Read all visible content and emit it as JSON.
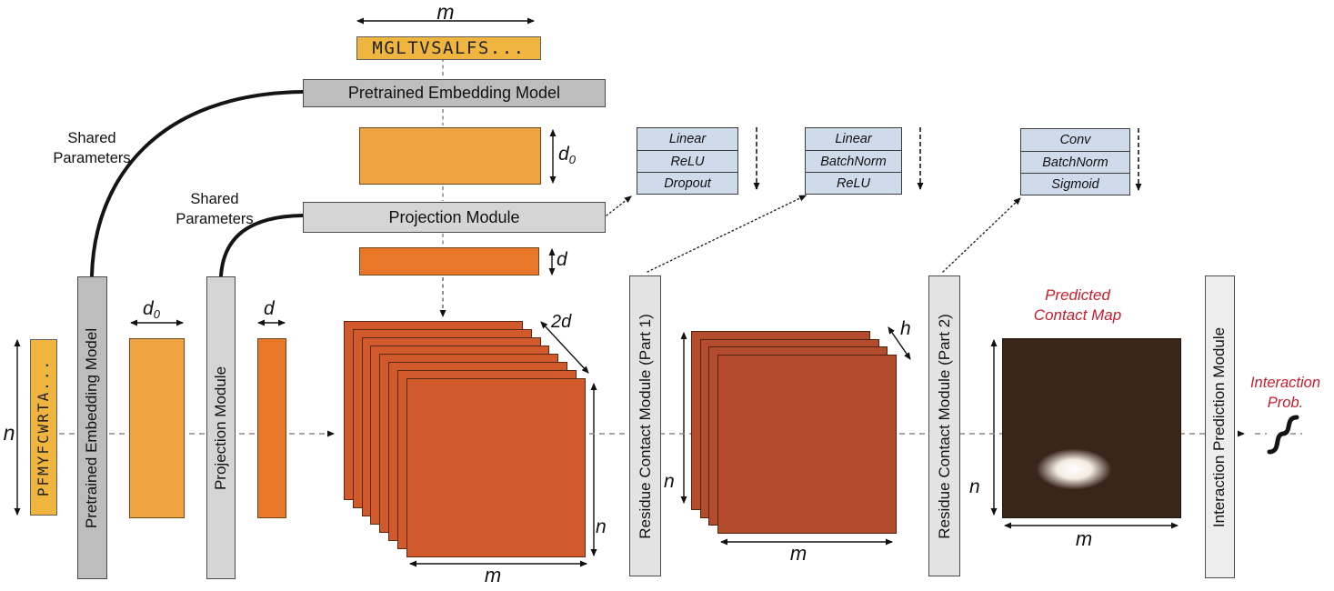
{
  "palette": {
    "gold": "#EFB53E",
    "gray_dark": "#BDBDBD",
    "gray_mid": "#D5D5D5",
    "gray_light": "#E3E3E3",
    "gray_lighter": "#EDEDED",
    "orange_light": "#F0A342",
    "orange_dark": "#E8772A",
    "stack1_orange": "#D2592B",
    "stack2_brick": "#B44B2D",
    "map_brown": "#3A251A",
    "table_cell_blue": "#CFDAEA",
    "annotation_red": "#C22030"
  },
  "top": {
    "dim_m": "m",
    "sequence": "MGLTVSALFS...",
    "embedding_model_label": "Pretrained Embedding Model",
    "projection_module_label": "Projection Module",
    "d0": {
      "base": "d",
      "sub": "0"
    },
    "d": "d"
  },
  "left": {
    "dim_n": "n",
    "sequence": "PFMYFCWRTA...",
    "embedding_model_label": "Pretrained Embedding Model",
    "projection_module_label": "Projection Module",
    "d0": {
      "base": "d",
      "sub": "0"
    },
    "d": "d",
    "shared_parameters_top": "Shared\nParameters",
    "shared_parameters_bottom": "Shared\nParameters"
  },
  "ops_tables": [
    {
      "rows": [
        "Linear",
        "ReLU",
        "Dropout"
      ]
    },
    {
      "rows": [
        "Linear",
        "BatchNorm",
        "ReLU"
      ]
    },
    {
      "rows": [
        "Conv",
        "BatchNorm",
        "Sigmoid"
      ]
    }
  ],
  "tensors": {
    "stack1": {
      "depth_label": "2d",
      "height_label": "n",
      "width_label": "m"
    },
    "stack2": {
      "depth_label": "h",
      "height_label": "n",
      "width_label": "m"
    },
    "contact_map": {
      "title": "Predicted\nContact Map",
      "height_label": "n",
      "width_label": "m"
    }
  },
  "modules": {
    "residue_contact_1": "Residue Contact Module (Part 1)",
    "residue_contact_2": "Residue Contact Module (Part 2)",
    "interaction_prediction": "Interaction Prediction Module"
  },
  "output": {
    "label": "Interaction\nProb."
  }
}
